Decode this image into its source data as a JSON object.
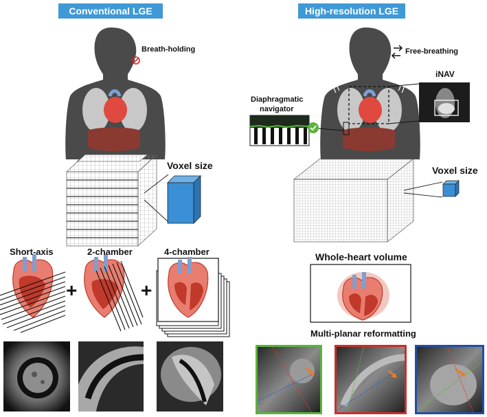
{
  "left": {
    "header": "Conventional LGE",
    "breath_label": "Breath-holding",
    "voxel_label": "Voxel size",
    "views": [
      "Short-axis",
      "2-chamber",
      "4-chamber"
    ],
    "plus": "+"
  },
  "right": {
    "header": "High-resolution LGE",
    "breath_label": "Free-breathing",
    "inav_label": "iNAV",
    "nav_label_1": "Diaphragmatic",
    "nav_label_2": "navigator",
    "voxel_label": "Voxel size",
    "volume_label": "Whole-heart volume",
    "mpr_label": "Multi-planar reformatting"
  },
  "colors": {
    "header_bg": "#3f99d6",
    "silhouette": "#4a4a4a",
    "lung": "#c8c8c8",
    "heart": "#e0493f",
    "liver": "#8a3a30",
    "voxel_blue": "#3b8fd4",
    "frame_green": "#5ab43c",
    "frame_red": "#c8302a",
    "frame_blue": "#1f4fa3"
  }
}
